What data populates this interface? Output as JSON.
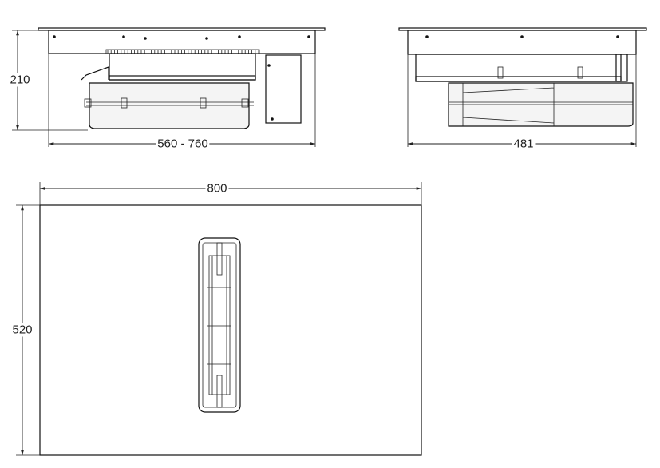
{
  "dimensions": {
    "side_height": "210",
    "side_width": "560 - 760",
    "end_width": "481",
    "top_width": "800",
    "top_depth": "520"
  },
  "colors": {
    "line": "#111111",
    "background": "#ffffff"
  }
}
